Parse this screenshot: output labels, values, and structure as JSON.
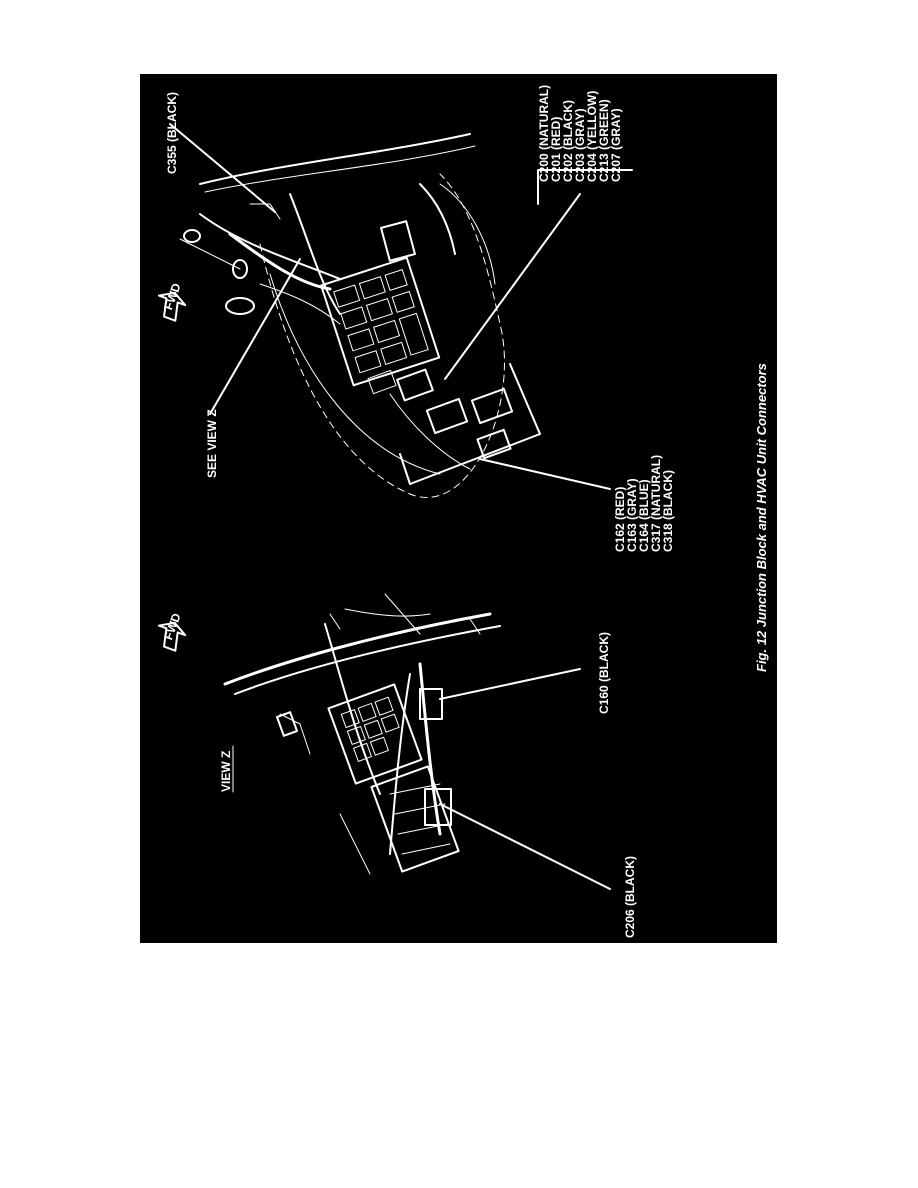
{
  "colors": {
    "page_background": "#ffffff",
    "figure_background": "#000000",
    "ink": "#ffffff"
  },
  "figure": {
    "caption": "Fig. 12 Junction Block and HVAC Unit Connectors",
    "callouts": {
      "c355": "C355 (BLACK)",
      "see_view_z": "SEE VIEW Z",
      "view_z": "VIEW Z",
      "c160": "C160 (BLACK)",
      "c206": "C206 (BLACK)"
    },
    "connector_group_right": [
      "C200 (NATURAL)",
      "C201 (RED)",
      "C202 (BLACK)",
      "C203 (GRAY)",
      "C204 (YELLOW)",
      "C213 (GREEN)",
      "C207 (GRAY)"
    ],
    "connector_group_bottom": [
      "C162 (RED)",
      "C163 (GRAY)",
      "C164 (BLUE)",
      "C317 (NATURAL)",
      "C318 (BLACK)"
    ],
    "arrow_labels": {
      "fwd_upper": "FWD",
      "fwd_lower": "FWD"
    }
  }
}
